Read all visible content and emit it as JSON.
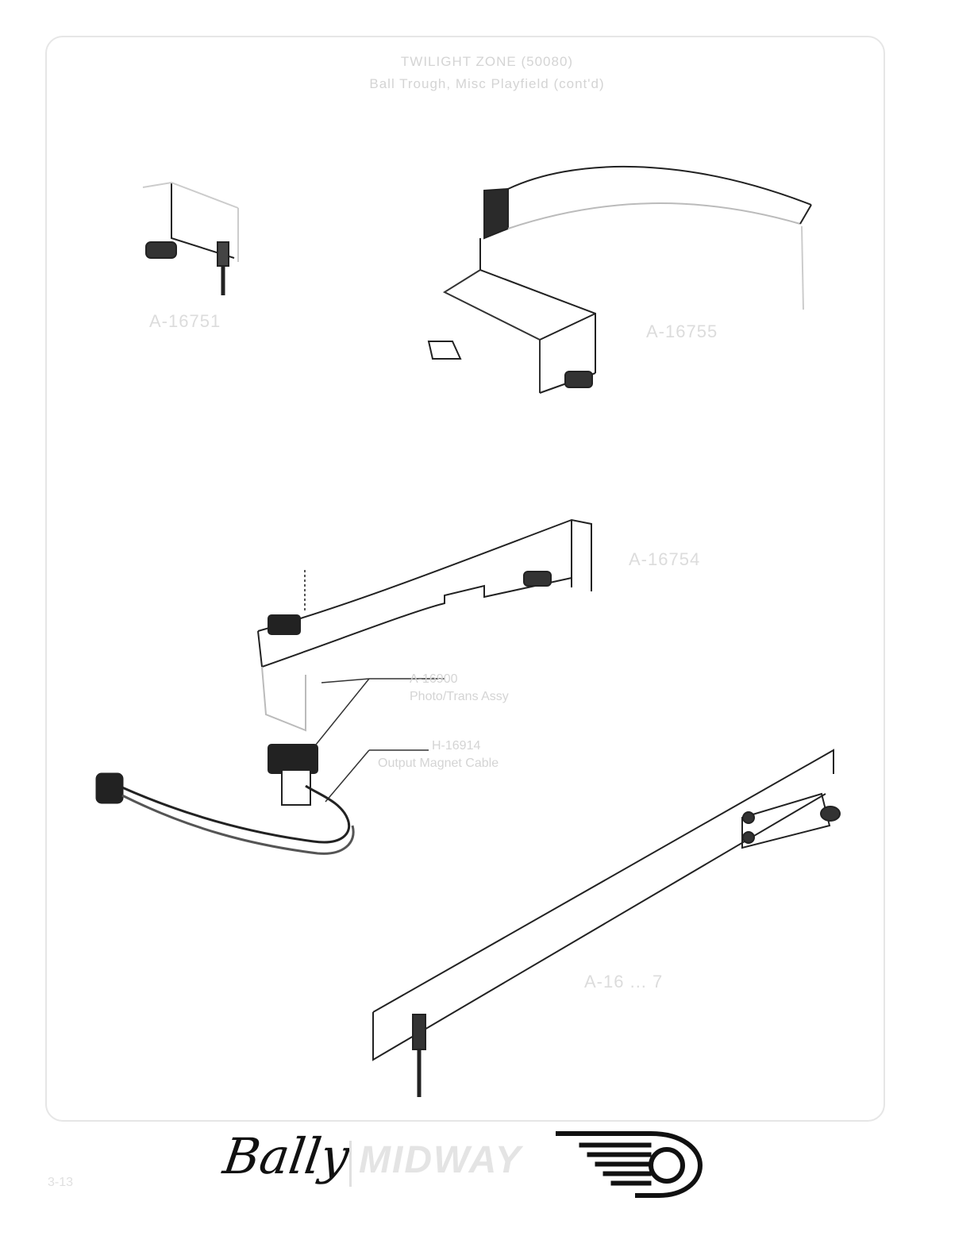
{
  "header": {
    "title": "TWILIGHT ZONE (50080)",
    "subtitle": "Ball Trough, Misc Playfield (cont'd)"
  },
  "parts": {
    "p1": "A-16751",
    "p2": "A-16755",
    "p3": "A-16754",
    "p4": "A-16 ... 7"
  },
  "callouts": {
    "photo_part": "A-16900",
    "photo_desc": "Photo/Trans Assy",
    "cable_part": "H-16914",
    "cable_desc": "Output Magnet Cable"
  },
  "footer": {
    "page_number": "3-13",
    "brand_script": "Bally",
    "brand_word": "MIDWAY"
  },
  "icons": {
    "brand_mark": "winged-wheel-logo-icon"
  }
}
